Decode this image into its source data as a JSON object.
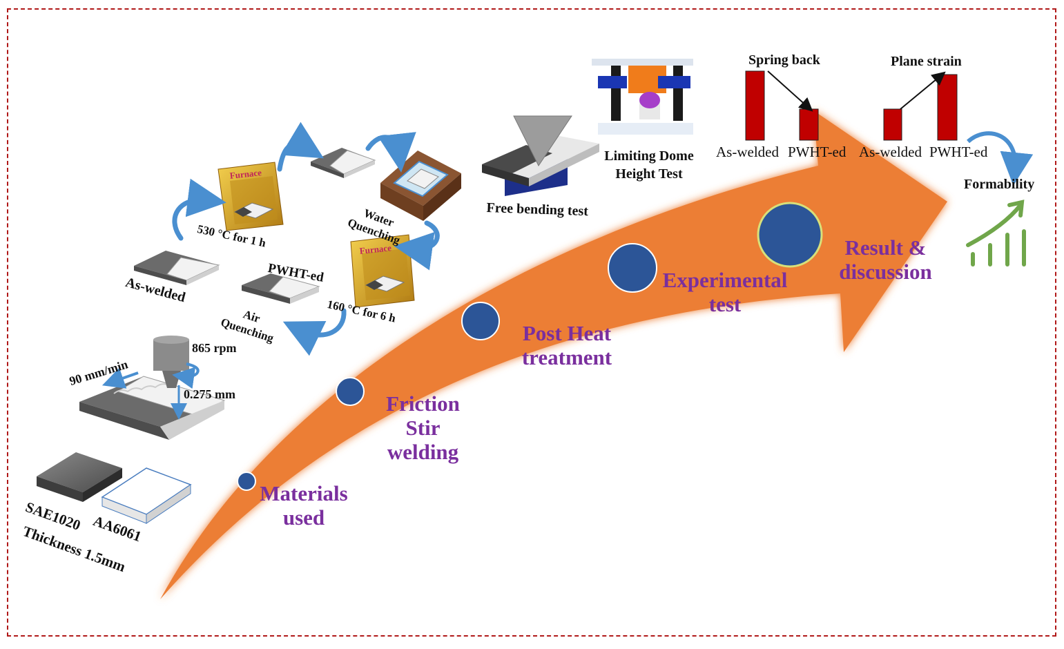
{
  "stages": [
    {
      "label": "Materials\nused"
    },
    {
      "label": "Friction\nStir\nwelding"
    },
    {
      "label": "Post Heat\ntreatment"
    },
    {
      "label": "Experimental\ntest"
    },
    {
      "label": "Result &\ndiscussion"
    }
  ],
  "materials": {
    "steel": "SAE1020",
    "aluminium": "AA6061",
    "thickness": "Thickness 1.5mm"
  },
  "fsw": {
    "speed": "90 mm/min",
    "rotation": "865 rpm",
    "plunge": "0.275 mm"
  },
  "heat_treatment": {
    "as_welded": "As-welded",
    "furnace_label": "Furnace",
    "solution": "530 °C for 1 h",
    "water_quenching": "Water\nQuenching",
    "aging": "160 °C for 6 h",
    "pwht": "PWHT-ed",
    "air_quenching": "Air\nQuenching"
  },
  "tests": {
    "free_bending": "Free bending test",
    "ldh": "Limiting Dome\nHeight Test"
  },
  "results": {
    "spring_back": {
      "title": "Spring back",
      "bars": [
        "As-welded",
        "PWHT-ed"
      ]
    },
    "plane_strain": {
      "title": "Plane strain",
      "bars": [
        "As-welded",
        "PWHT-ed"
      ]
    },
    "formability": "Formability"
  },
  "colors": {
    "arrow": "#ec7e34",
    "dot": "#2c5597",
    "stage_text": "#7a2f9e",
    "bar": "#c00000",
    "border": "#b01818",
    "growth": "#70a64a",
    "cycle_arrow": "#4a8fd0"
  }
}
